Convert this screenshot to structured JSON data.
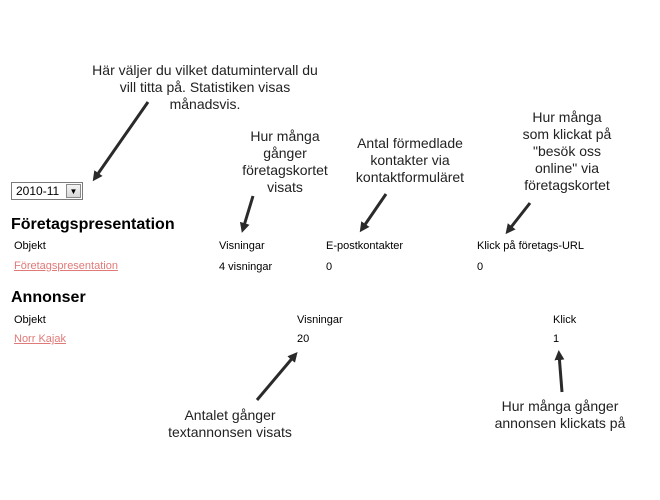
{
  "date_picker": {
    "value": "2010-11"
  },
  "annotations": {
    "date_range": [
      "Här väljer du vilket datumintervall du",
      "vill titta på. Statistiken visas",
      "månadsvis."
    ],
    "views": [
      "Hur många",
      "gånger",
      "företagskortet",
      "visats"
    ],
    "contacts": [
      "Antal förmedlade",
      "kontakter via",
      "kontaktformuläret"
    ],
    "clicks": [
      "Hur många",
      "som klickat på",
      "\"besök oss",
      "online\" via",
      "företagskortet"
    ],
    "ad_views": [
      "Antalet gånger",
      "textannonsen visats"
    ],
    "ad_clicks": [
      "Hur många gånger",
      "annonsen klickats på"
    ]
  },
  "company": {
    "title": "Företagspresentation",
    "headers": {
      "object": "Objekt",
      "views": "Visningar",
      "emails": "E-postkontakter",
      "clicks": "Klick på företags-URL"
    },
    "row": {
      "object": "Företagspresentation",
      "views": "4 visningar",
      "emails": "0",
      "clicks": "0"
    }
  },
  "ads": {
    "title": "Annonser",
    "headers": {
      "object": "Objekt",
      "views": "Visningar",
      "clicks": "Klick"
    },
    "row": {
      "object": "Norr Kajak",
      "views": "20",
      "clicks": "1"
    }
  }
}
